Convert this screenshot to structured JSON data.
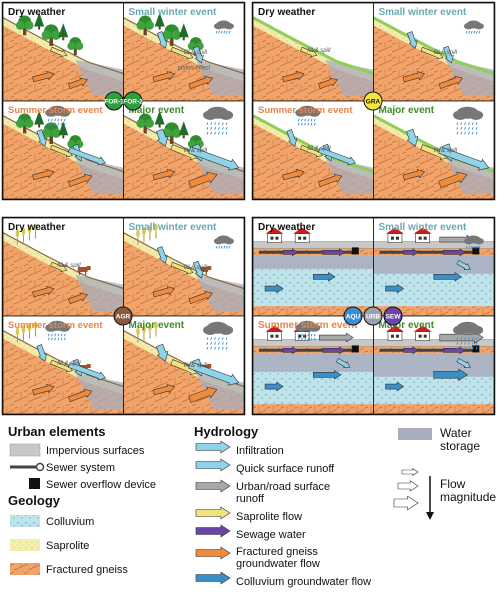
{
  "panels": {
    "labels": {
      "dry": "Dry weather",
      "winter": "Small winter event",
      "summer": "Summer storm event",
      "major": "Major event"
    },
    "annotations": {
      "fill_spill": "fill & spill",
      "piston": "piston effect"
    },
    "badges": {
      "for1": "FOR-1",
      "for2": "FOR-2",
      "gra": "GRA",
      "agr": "AGR",
      "aqu": "AQU",
      "urb": "URB",
      "sew": "SEW"
    }
  },
  "legend": {
    "urban_title": "Urban elements",
    "impervious": "Impervious surfaces",
    "sewer": "Sewer system",
    "overflow": "Sewer overflow device",
    "geology_title": "Geology",
    "colluvium": "Colluvium",
    "saprolite": "Saprolite",
    "gneiss": "Fractured gneiss",
    "hydrology_title": "Hydrology",
    "infiltration": "Infiltration",
    "quick": "Quick surface runoff",
    "urban_runoff_1": "Urban/road surface",
    "urban_runoff_2": "runoff",
    "saprolite_flow": "Saprolite flow",
    "sewage": "Sewage water",
    "fg_1": "Fractured gneiss",
    "fg_2": "groundwater flow",
    "colluvium_flow": "Colluvium groundwater flow",
    "water_1": "Water",
    "water_2": "storage",
    "flow_1": "Flow",
    "flow_2": "magnitude"
  },
  "colors": {
    "gneiss": "#f0a46a",
    "saprolite": "#f4f0b0",
    "colluvium": "#bfe3ea",
    "water": "#a9adbe",
    "infiltration": "#8fd3ea",
    "sewage": "#6b46a8",
    "colluvium_flow": "#3a8fc8",
    "urban_runoff": "#a8a8a8",
    "saprolite_flow": "#f2e27a",
    "gneiss_flow": "#f08a3c",
    "grass": "#8fce5a",
    "tree": "#2e8b2e",
    "cloud": "#777777",
    "house_roof": "#c81e1e",
    "badge_for": "#2e9e3e",
    "badge_gra": "#f2e641",
    "badge_agr": "#8b5a3c",
    "badge_aqu": "#3a8fd0",
    "badge_urb": "#9aa0b0",
    "badge_sew": "#6b46a8",
    "label_dry": "#111111",
    "label_winter": "#6aa7b4",
    "label_summer": "#e8854a",
    "label_major": "#3f8a2c"
  }
}
